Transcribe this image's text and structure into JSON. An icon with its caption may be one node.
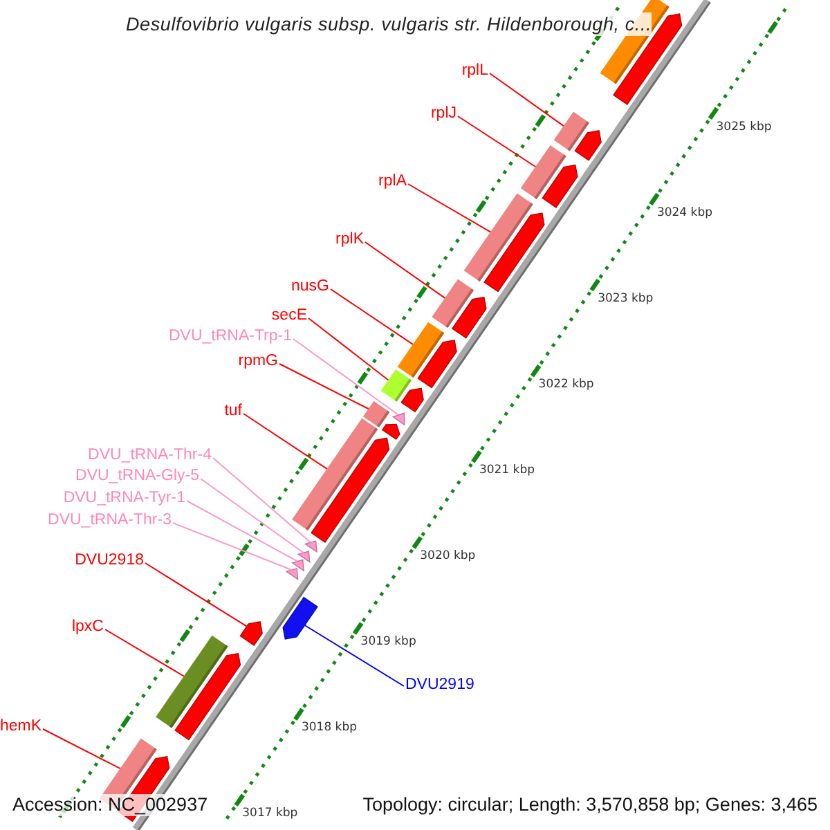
{
  "diagram": {
    "title": "Desulfovibrio vulgaris subsp. vulgaris str. Hildenborough, c...",
    "nodes": [
      {
        "text": [
          "rplL"
        ]
      },
      {
        "text": [
          "rplJ"
        ]
      },
      {
        "text": [
          "rplA"
        ]
      },
      {
        "text": [
          "rplK"
        ]
      },
      {
        "text": [
          "nusG"
        ]
      },
      {
        "text": [
          "secE"
        ]
      },
      {
        "text": [
          "DVU_tRNA-Trp-1"
        ]
      },
      {
        "text": [
          "rpmG"
        ]
      },
      {
        "text": [
          "tuf"
        ]
      },
      {
        "text": [
          "DVU_tRNA-Thr-4"
        ]
      },
      {
        "text": [
          "DVU_tRNA-Gly-5"
        ]
      },
      {
        "text": [
          "DVU_tRNA-Tyr-1"
        ]
      },
      {
        "text": [
          "DVU_tRNA-Thr-3"
        ]
      },
      {
        "text": [
          "DVU2918"
        ]
      },
      {
        "text": [
          "lpxC"
        ]
      },
      {
        "text": [
          "hemK"
        ]
      },
      {
        "text": [
          "DVU2919"
        ]
      },
      {
        "text": [],
        "shape": "bar"
      },
      {
        "text": [],
        "shape": "bar"
      },
      {
        "text": [],
        "shape": "bar"
      },
      {
        "text": [],
        "shape": "bar"
      },
      {
        "text": [],
        "shape": "bar"
      },
      {
        "text": [],
        "shape": "bar"
      },
      {
        "text": [],
        "shape": "arrow"
      },
      {
        "text": [],
        "shape": "bar"
      },
      {
        "text": [],
        "shape": "bar"
      },
      {
        "text": [],
        "shape": "arrow"
      },
      {
        "text": [],
        "shape": "arrow"
      },
      {
        "text": [],
        "shape": "arrow"
      },
      {
        "text": [],
        "shape": "arrow"
      },
      {
        "text": [],
        "shape": "arrow"
      },
      {
        "text": [],
        "shape": "arrow"
      },
      {
        "text": [],
        "shape": "bar"
      },
      {
        "text": [],
        "shape": "bar"
      },
      {
        "text": [],
        "shape": "bar"
      },
      {
        "text": [],
        "shape": "arrow"
      },
      {
        "text": [],
        "shape": "arrow"
      },
      {
        "text": [],
        "shape": "arrow"
      },
      {
        "text": [],
        "shape": "arrow"
      },
      {
        "text": [],
        "shape": "arrow"
      },
      {
        "text": [],
        "shape": "arrow"
      },
      {
        "text": [],
        "shape": "arrow"
      },
      {
        "text": [],
        "shape": "arrow"
      },
      {
        "text": [],
        "shape": "arrow"
      },
      {
        "text": [],
        "shape": "arrow"
      },
      {
        "text": [],
        "shape": "arrow"
      }
    ],
    "edges": [
      {
        "from": 0,
        "to": 17,
        "arrow": "none"
      },
      {
        "from": 1,
        "to": 18,
        "arrow": "none"
      },
      {
        "from": 2,
        "to": 19,
        "arrow": "none"
      },
      {
        "from": 3,
        "to": 20,
        "arrow": "none"
      },
      {
        "from": 4,
        "to": 21,
        "arrow": "none"
      },
      {
        "from": 5,
        "to": 22,
        "arrow": "none"
      },
      {
        "from": 6,
        "to": 23,
        "arrow": "none",
        "color": "#ff99cc"
      },
      {
        "from": 7,
        "to": 24,
        "arrow": "none"
      },
      {
        "from": 8,
        "to": 25,
        "arrow": "none"
      },
      {
        "from": 9,
        "to": 26,
        "arrow": "none",
        "color": "#ff99cc"
      },
      {
        "from": 10,
        "to": 27,
        "arrow": "none",
        "color": "#ff99cc"
      },
      {
        "from": 11,
        "to": 28,
        "arrow": "none",
        "color": "#ff99cc"
      },
      {
        "from": 12,
        "to": 29,
        "arrow": "none",
        "color": "#ff99cc"
      },
      {
        "from": 13,
        "to": 31,
        "arrow": "none"
      },
      {
        "from": 14,
        "to": 32,
        "arrow": "none"
      },
      {
        "from": 15,
        "to": 33,
        "arrow": "none"
      },
      {
        "from": 16,
        "to": 30,
        "arrow": "none",
        "color": "#0000ff"
      }
    ],
    "labels": [
      "3025 kbp",
      "3024 kbp",
      "3023 kbp",
      "3022 kbp",
      "3021 kbp",
      "3020 kbp",
      "3019 kbp",
      "3018 kbp",
      "3017 kbp",
      "Accession: NC_002937",
      "Topology: circular; Length: 3,570,858 bp; Genes: 3,465"
    ]
  }
}
